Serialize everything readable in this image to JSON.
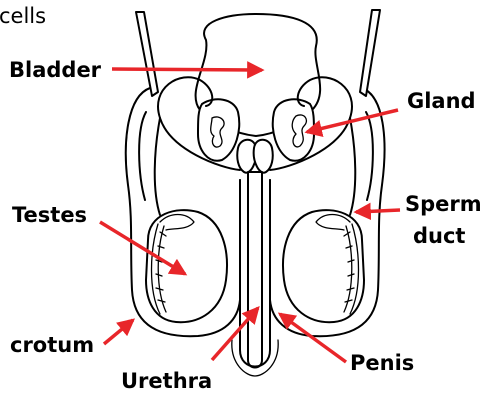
{
  "corner_text": "cells",
  "labels": {
    "bladder": "Bladder",
    "gland": "Gland",
    "testes": "Testes",
    "sperm_duct_line1": "Sperm",
    "sperm_duct_line2": "duct",
    "scrotum": "crotum",
    "penis": "Penis",
    "urethra": "Urethra"
  },
  "colors": {
    "arrow": "#e8262a",
    "outline": "#000000",
    "text": "#000000"
  }
}
